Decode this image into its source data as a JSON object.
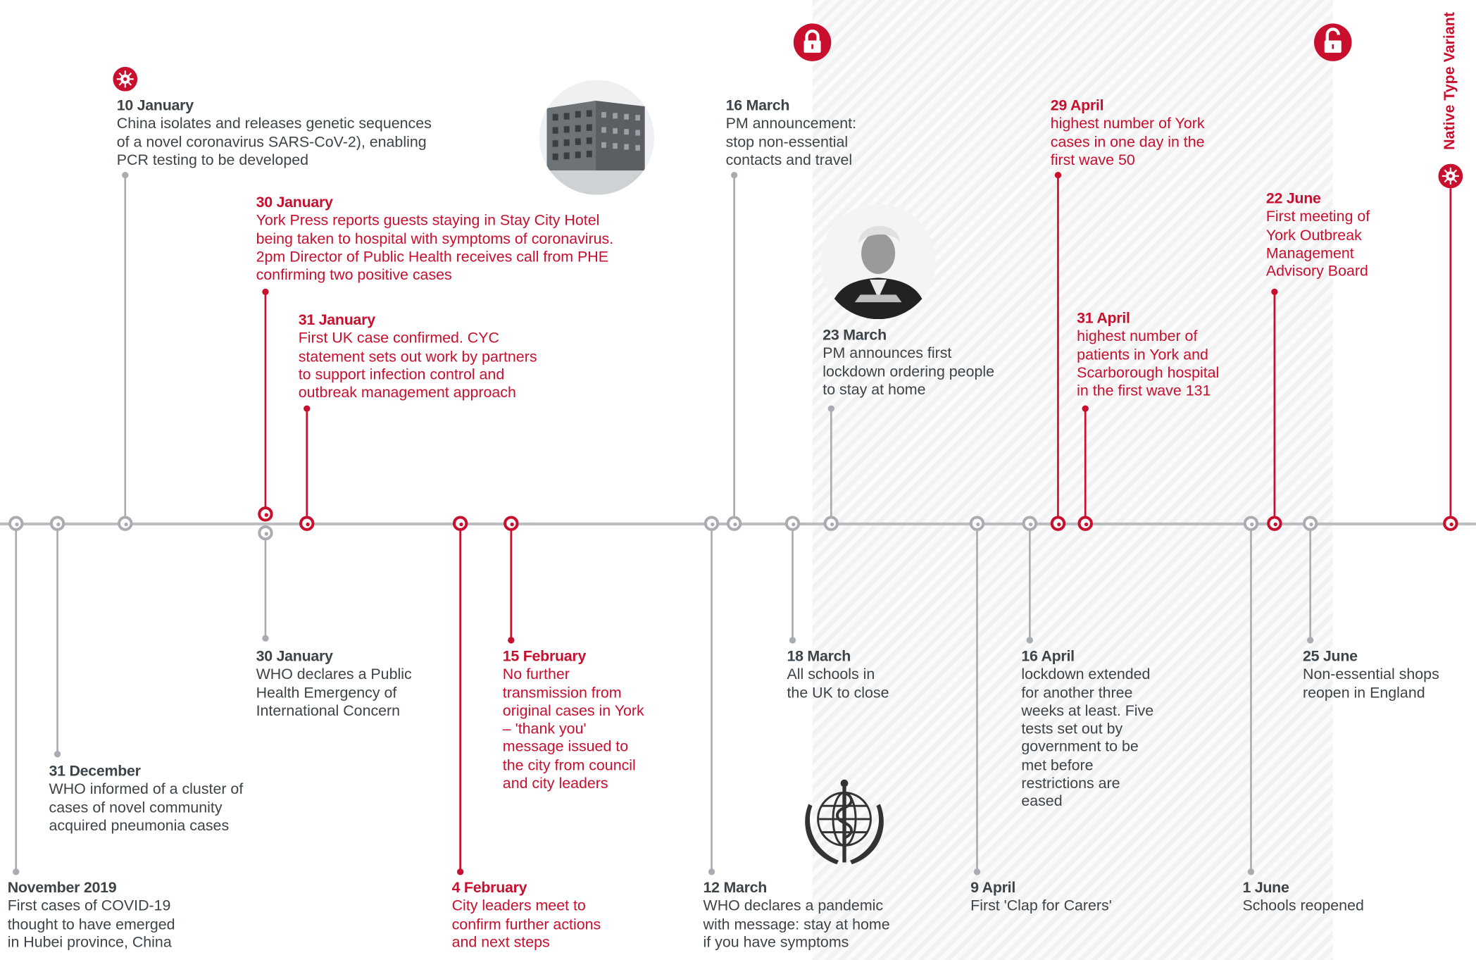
{
  "colors": {
    "accent": "#c8102e",
    "grey": "#a9adb2",
    "text": "#3d4449",
    "axis": "#b9bcc0"
  },
  "vertical_label": "Native Type Variant",
  "events": [
    {
      "date": "November 2019",
      "text": "First cases of COVID-19\nthought to have emerged\nin Hubei province, China",
      "color": "grey"
    },
    {
      "date": "31 December",
      "text": "WHO informed of a cluster of\ncases of novel community\nacquired pneumonia cases",
      "color": "grey"
    },
    {
      "date": "10 January",
      "text": "China isolates and releases genetic sequences\nof a novel coronavirus SARS-CoV-2), enabling\nPCR testing to be developed",
      "color": "grey"
    },
    {
      "date": "30 January",
      "text": "York Press reports guests staying in Stay City Hotel\nbeing taken to hospital with symptoms of coronavirus.\n2pm Director of Public Health receives call from PHE\nconfirming two positive cases",
      "color": "red"
    },
    {
      "date": "30 January",
      "text": "WHO declares a Public\nHealth Emergency of\nInternational Concern",
      "color": "grey"
    },
    {
      "date": "31 January",
      "text": "First UK case confirmed. CYC\nstatement sets out work by partners\nto support infection control and\noutbreak management approach",
      "color": "red"
    },
    {
      "date": "4 February",
      "text": "City leaders meet to\nconfirm further actions\nand next steps",
      "color": "red"
    },
    {
      "date": "15 February",
      "text": "No further\ntransmission from\noriginal cases in York\n– 'thank you'\nmessage issued to\nthe city from council\nand city leaders",
      "color": "red"
    },
    {
      "date": "12 March",
      "text": "WHO declares a pandemic\nwith message: stay at home\nif you have symptoms",
      "color": "grey"
    },
    {
      "date": "16 March",
      "text": "PM announcement:\nstop non-essential\ncontacts and travel",
      "color": "grey"
    },
    {
      "date": "18 March",
      "text": "All schools in\nthe UK to close",
      "color": "grey"
    },
    {
      "date": "23 March",
      "text": "PM announces first\nlockdown ordering people\nto stay at home",
      "color": "grey"
    },
    {
      "date": "9 April",
      "text": "First 'Clap for Carers'",
      "color": "grey"
    },
    {
      "date": "16 April",
      "text": "lockdown extended\nfor another three\nweeks at least. Five\ntests set out by\ngovernment to be\nmet before\nrestrictions are\neased",
      "color": "grey"
    },
    {
      "date": "29 April",
      "text": "highest number of York\ncases in one day in the\nfirst wave 50",
      "color": "red"
    },
    {
      "date": "31 April",
      "text": "highest number of\npatients in York and\nScarborough hospital\nin the first wave 131",
      "color": "red"
    },
    {
      "date": "1 June",
      "text": "Schools reopened",
      "color": "grey"
    },
    {
      "date": "22 June",
      "text": "First meeting of\nYork Outbreak\nManagement\nAdvisory Board",
      "color": "red"
    },
    {
      "date": "25 June",
      "text": "Non-essential shops\nreopen in England",
      "color": "grey"
    }
  ]
}
